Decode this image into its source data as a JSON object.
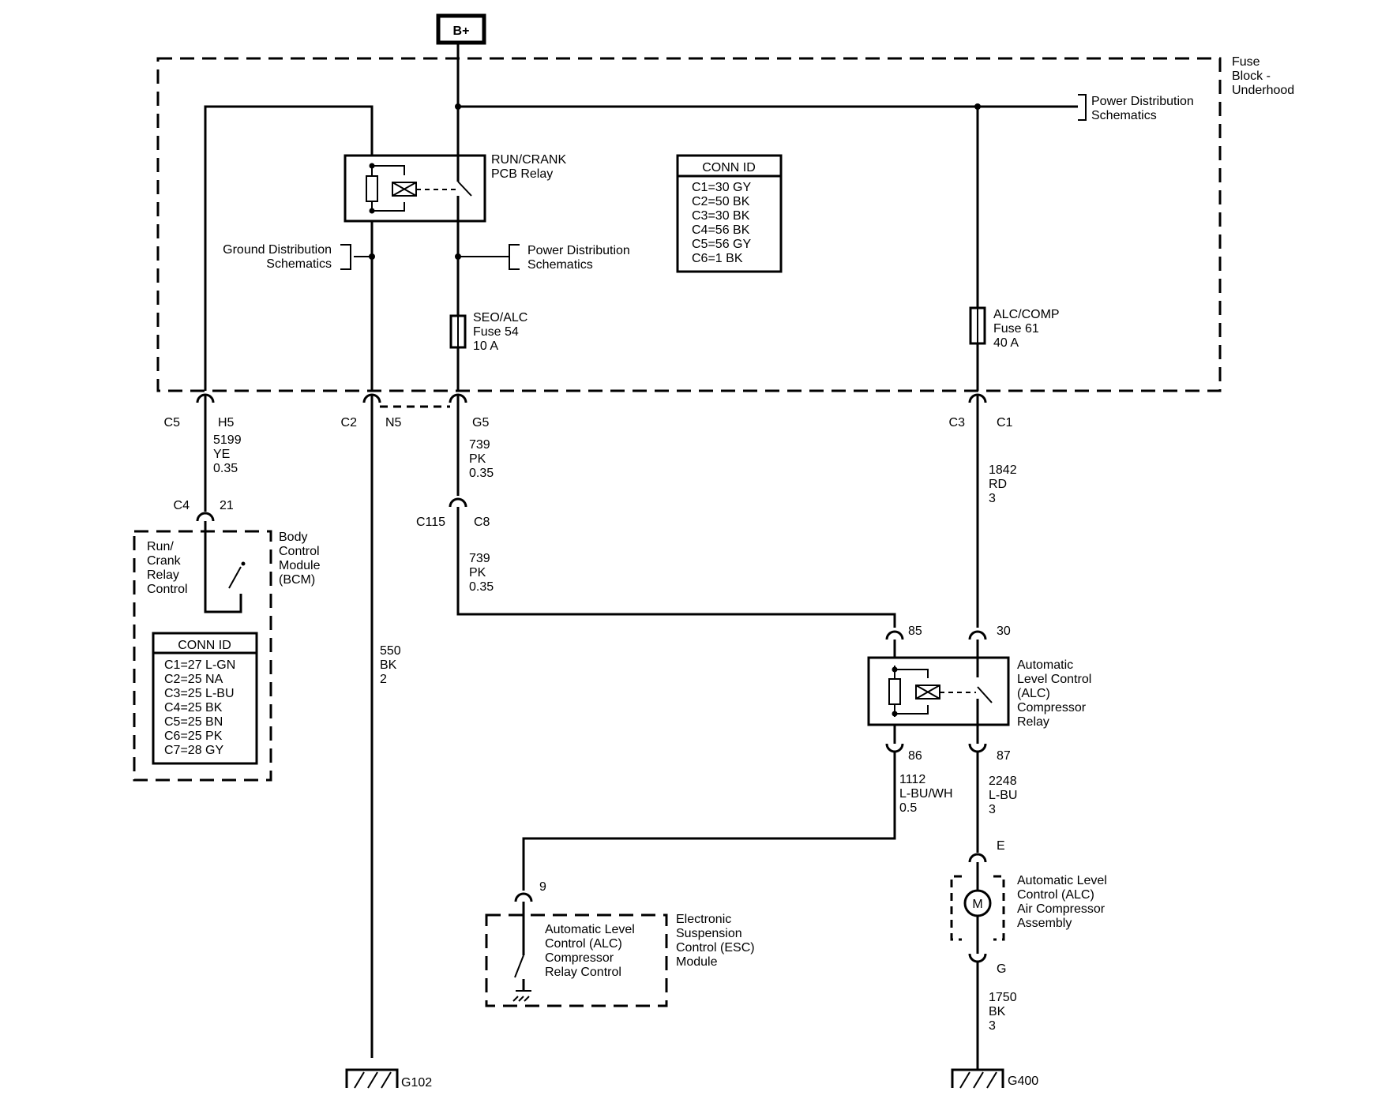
{
  "supply": {
    "label": "B+"
  },
  "fuse_block": {
    "line1": "Fuse",
    "line2": "Block -",
    "line3": "Underhood"
  },
  "refs": {
    "power_dist_top": [
      "Power Distribution",
      "Schematics"
    ],
    "power_dist_mid": [
      "Power Distribution",
      "Schematics"
    ],
    "ground_dist": [
      "Ground Distribution",
      "Schematics"
    ]
  },
  "run_crank_relay": {
    "line1": "RUN/CRANK",
    "line2": "PCB Relay"
  },
  "fuse_block_conn": {
    "title": "CONN ID",
    "rows": [
      "C1=30 GY",
      "C2=50 BK",
      "C3=30 BK",
      "C4=56 BK",
      "C5=56 GY",
      "C6=1 BK"
    ]
  },
  "fuse54": [
    "SEO/ALC",
    "Fuse 54",
    "10 A"
  ],
  "fuse61": [
    "ALC/COMP",
    "Fuse 61",
    "40 A"
  ],
  "connectors": {
    "c5": "C5",
    "h5": "H5",
    "c2": "C2",
    "n5": "N5",
    "g5": "G5",
    "c3": "C3",
    "c1": "C1",
    "c4": "C4",
    "p21": "21",
    "c115": "C115",
    "c8": "C8",
    "p85": "85",
    "p30": "30",
    "p86": "86",
    "p87": "87",
    "p9": "9",
    "pe": "E",
    "pg": "G"
  },
  "wires": {
    "w5199": [
      "5199",
      "YE",
      "0.35"
    ],
    "w739a": [
      "739",
      "PK",
      "0.35"
    ],
    "w739b": [
      "739",
      "PK",
      "0.35"
    ],
    "w550": [
      "550",
      "BK",
      "2"
    ],
    "w1842": [
      "1842",
      "RD",
      "3"
    ],
    "w1112": [
      "1112",
      "L-BU/WH",
      "0.5"
    ],
    "w2248": [
      "2248",
      "L-BU",
      "3"
    ],
    "w1750": [
      "1750",
      "BK",
      "3"
    ]
  },
  "bcm": {
    "name": [
      "Body",
      "Control",
      "Module",
      "(BCM)"
    ],
    "circuit": [
      "Run/",
      "Crank",
      "Relay",
      "Control"
    ],
    "conn_title": "CONN ID",
    "conn_rows": [
      "C1=27 L-GN",
      "C2=25 NA",
      "C3=25 L-BU",
      "C4=25 BK",
      "C5=25 BN",
      "C6=25 PK",
      "C7=28 GY"
    ]
  },
  "alc_relay": [
    "Automatic",
    "Level Control",
    "(ALC)",
    "Compressor",
    "Relay"
  ],
  "esc": {
    "name": [
      "Electronic",
      "Suspension",
      "Control (ESC)",
      "Module"
    ],
    "circuit": [
      "Automatic Level",
      "Control (ALC)",
      "Compressor",
      "Relay Control"
    ]
  },
  "compressor": {
    "name": [
      "Automatic Level",
      "Control (ALC)",
      "Air Compressor",
      "Assembly"
    ],
    "motor": "M"
  },
  "grounds": {
    "g102": "G102",
    "g400": "G400"
  }
}
